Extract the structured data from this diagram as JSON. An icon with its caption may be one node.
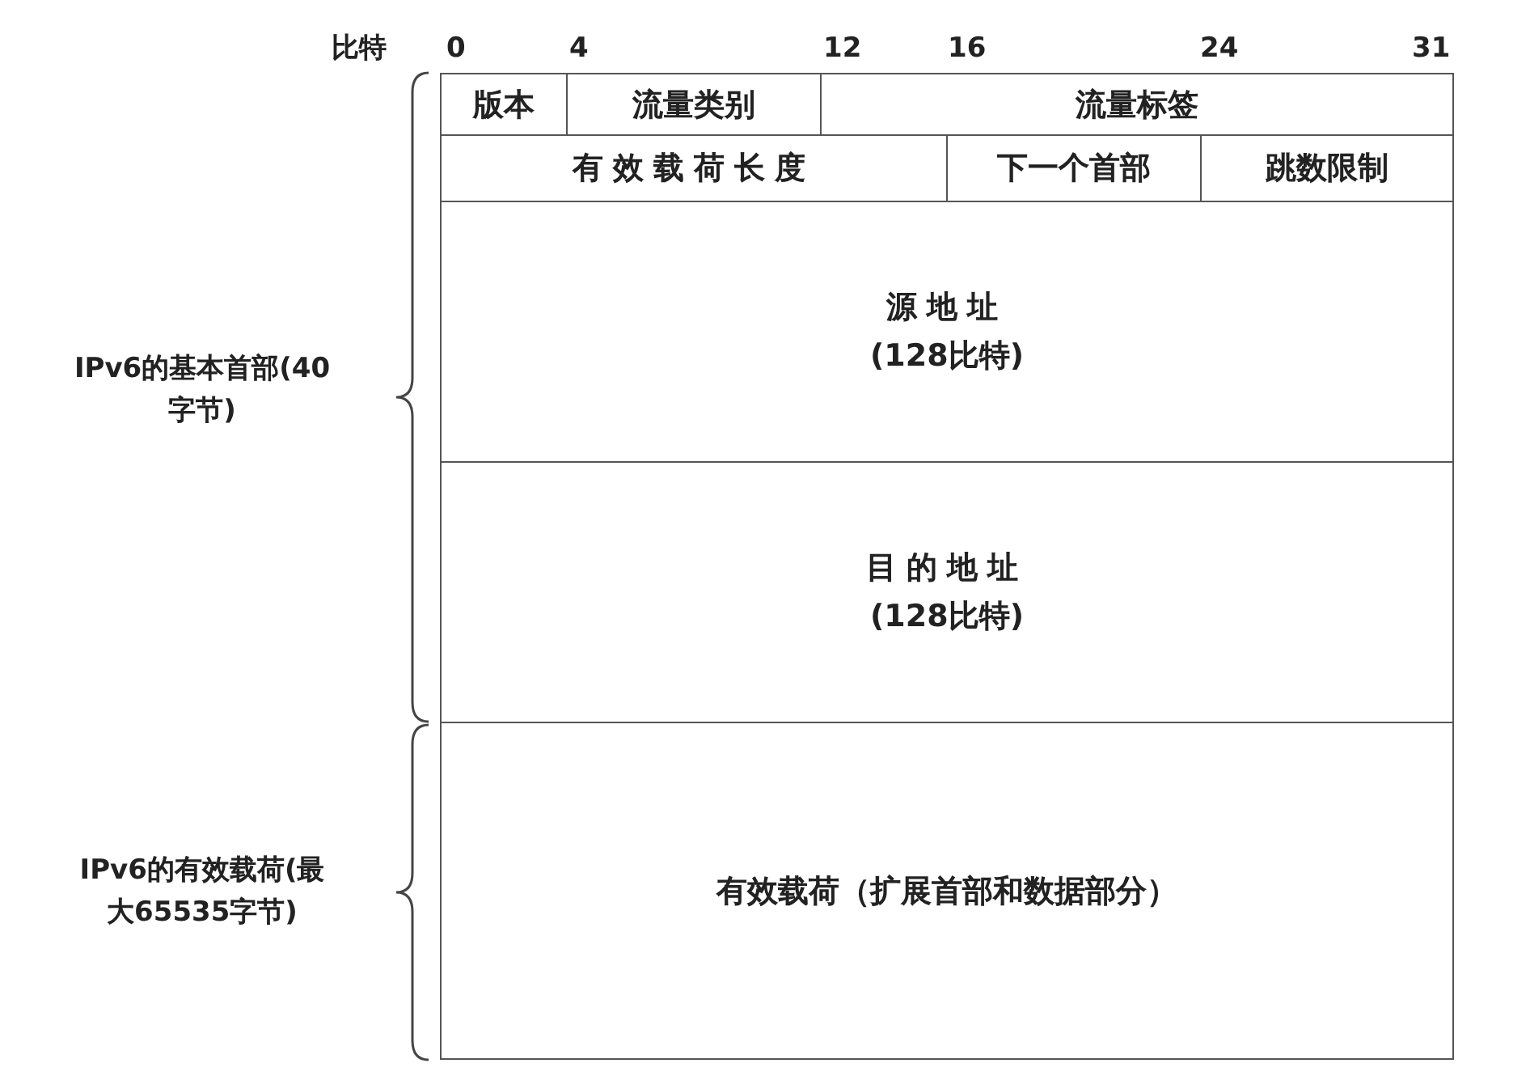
{
  "diagram": {
    "nodes": [
      {
        "text": [
          "版本"
        ]
      },
      {
        "text": [
          "流量类别"
        ]
      },
      {
        "text": [
          "流量标签"
        ]
      },
      {
        "text": [
          "有效载荷长度"
        ]
      },
      {
        "text": [
          "下一个首部"
        ]
      },
      {
        "text": [
          "跳数限制"
        ]
      },
      {
        "text": [
          "源地址",
          "(128比特)"
        ]
      },
      {
        "text": [
          "目的地址",
          "(128比特)"
        ]
      },
      {
        "text": [
          "有效载荷（扩展首部和数据部分）"
        ]
      }
    ],
    "edges": [],
    "labels": [
      "比特",
      "0",
      "4",
      "12",
      "16",
      "24",
      "31",
      "IPv6的基本首部(40字节)",
      "IPv6的有效载荷(最大65535字节)"
    ]
  }
}
